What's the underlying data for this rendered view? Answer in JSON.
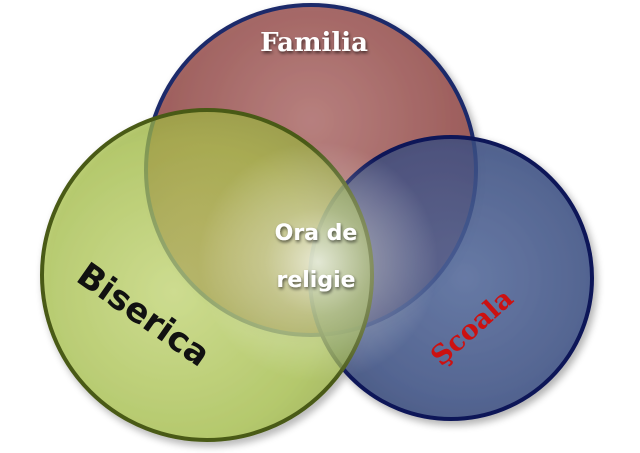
{
  "diagram": {
    "type": "venn",
    "circles": [
      {
        "id": "familia",
        "label": "Familia",
        "fill": "#9c5a5a",
        "stroke": "#1c2a6a",
        "label_color": "#ffffff"
      },
      {
        "id": "biserica",
        "label": "Biserica",
        "fill": "#a2bd3e",
        "stroke": "#4a5a14",
        "label_color": "#111111"
      },
      {
        "id": "scoala",
        "label": "Şcoala",
        "fill": "#3b4f83",
        "stroke": "#0e1658",
        "label_color": "#cc1111"
      }
    ],
    "center": {
      "line1": "Ora de",
      "line2": "religie",
      "color": "#ffffff"
    }
  }
}
